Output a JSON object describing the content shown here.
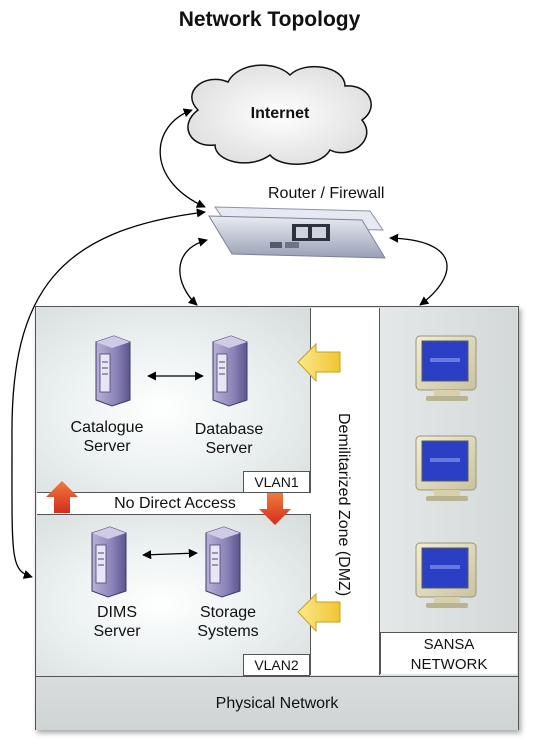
{
  "title": "Network Topology",
  "internet": {
    "label": "Internet"
  },
  "router": {
    "label": "Router / Firewall"
  },
  "vlan1": {
    "tag": "VLAN1",
    "servers": [
      {
        "line1": "Catalogue",
        "line2": "Server"
      },
      {
        "line1": "Database",
        "line2": "Server"
      }
    ]
  },
  "no_direct_access": "No Direct Access",
  "vlan2": {
    "tag": "VLAN2",
    "servers": [
      {
        "line1": "DIMS",
        "line2": "Server"
      },
      {
        "line1": "Storage",
        "line2": "Systems"
      }
    ]
  },
  "dmz": {
    "label": "Demilitarized Zone (DMZ)"
  },
  "sansa": {
    "line1": "SANSA",
    "line2": "NETWORK"
  },
  "physical_network": "Physical Network",
  "colors": {
    "arrow_yellow": "#f7d74a",
    "arrow_red": "#e8452c",
    "server_purple": "#8b83b8",
    "monitor_blue": "#2a3fc4"
  }
}
